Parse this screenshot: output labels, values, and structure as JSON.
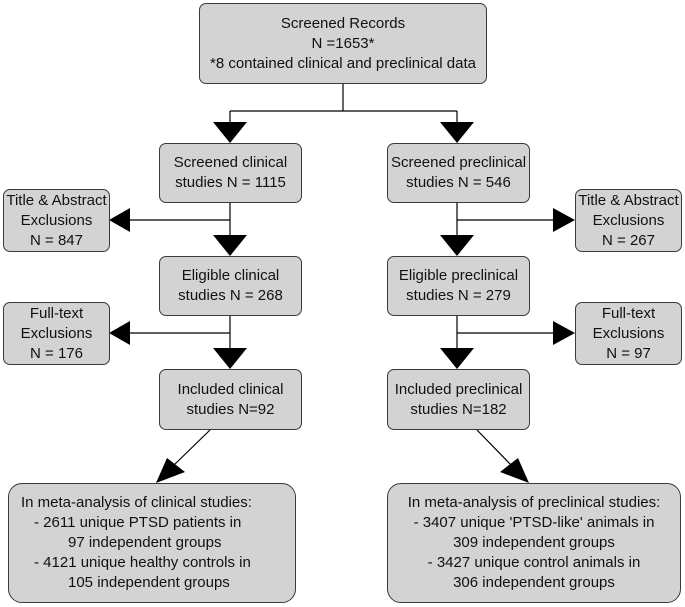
{
  "screened_records": {
    "title": "Screened Records",
    "count": "N =1653*",
    "note": "*8 contained clinical and preclinical data"
  },
  "clinical": {
    "screened": [
      "Screened clinical",
      "studies N = 1115"
    ],
    "title_abstract_exclusions": [
      "Title & Abstract",
      "Exclusions",
      "N = 847"
    ],
    "eligible": [
      "Eligible clinical",
      "studies N = 268"
    ],
    "fulltext_exclusions": [
      "Full-text",
      "Exclusions",
      "N = 176"
    ],
    "included": [
      "Included clinical",
      "studies N=92"
    ],
    "meta_analysis": [
      "In meta-analysis of clinical studies:",
      "- 2611 unique PTSD patients in",
      "97 independent groups",
      "- 4121 unique healthy controls in",
      "105 independent groups"
    ]
  },
  "preclinical": {
    "screened": [
      "Screened preclinical",
      "studies N = 546"
    ],
    "title_abstract_exclusions": [
      "Title & Abstract",
      "Exclusions",
      "N = 267"
    ],
    "eligible": [
      "Eligible preclinical",
      "studies N = 279"
    ],
    "fulltext_exclusions": [
      "Full-text",
      "Exclusions",
      "N = 97"
    ],
    "included": [
      "Included preclinical",
      "studies N=182"
    ],
    "meta_analysis": [
      "In meta-analysis of preclinical studies:",
      "- 3407 unique 'PTSD-like' animals in",
      "309 independent groups",
      "- 3427 unique control animals in",
      "306 independent groups"
    ]
  },
  "colors": {
    "box_fill": "#d3d3d3",
    "box_border": "#3a3a3a",
    "arrow": "#000000"
  }
}
